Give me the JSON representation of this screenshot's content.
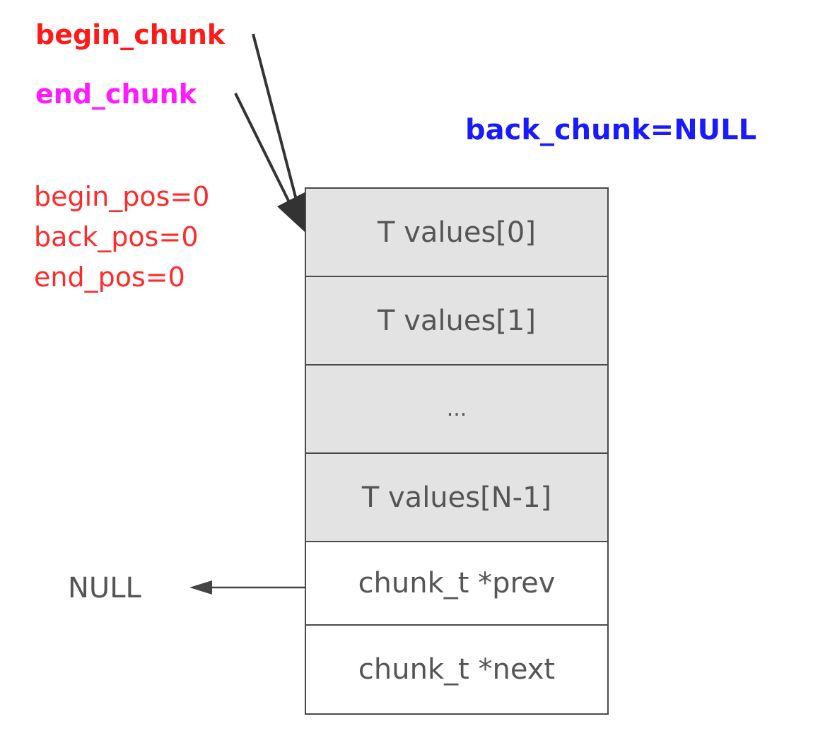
{
  "labels": {
    "begin_chunk": "begin_chunk",
    "end_chunk": "end_chunk",
    "back_chunk": "back_chunk=NULL",
    "positions": [
      "begin_pos=0",
      "back_pos=0",
      "end_pos=0"
    ],
    "null_left": "NULL"
  },
  "chunk": {
    "cells": [
      "T values[0]",
      "T values[1]",
      "...",
      "T values[N-1]",
      "chunk_t *prev",
      "chunk_t *next"
    ]
  },
  "colors": {
    "begin": "#ff1a1a",
    "end": "#ff1aff",
    "back": "#1a1aff",
    "pos": "#ff2a2a",
    "cell_fill": "#e3e3e3",
    "border": "#4a4a4a",
    "text": "#555555"
  }
}
